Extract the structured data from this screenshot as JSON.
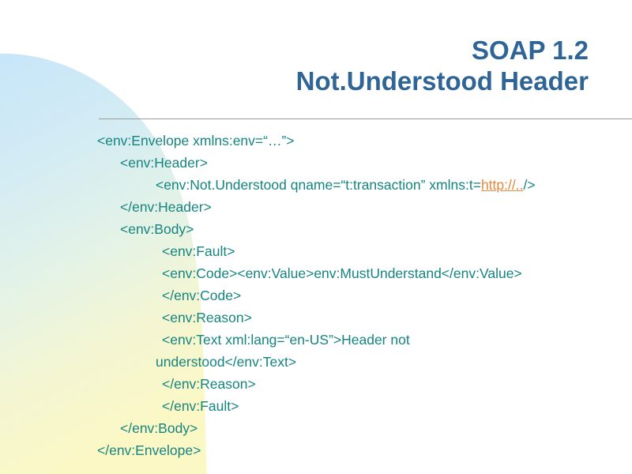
{
  "slide": {
    "title_lines": [
      "SOAP 1.2",
      "Not.Understood Header"
    ],
    "title_color": "#2f6596",
    "code_color": "#158481",
    "link_color": "#e2883f",
    "divider_color": "#9a9a9a",
    "background_color": "#ffffff",
    "curve_colors": {
      "top": "#cbe7f9",
      "middle": "#e3f2ec",
      "bottom": "#fbf7c8"
    },
    "code_lines": [
      {
        "indent": 0,
        "text": "<env:Envelope xmlns:env=“…”>"
      },
      {
        "indent": 1,
        "text": "<env:Header>"
      },
      {
        "indent": 2,
        "prefix": "<env:Not.Understood qname=“t:transaction” xmlns:t=",
        "link": "http://..",
        "suffix": "/>"
      },
      {
        "indent": 1,
        "text": "</env:Header>"
      },
      {
        "indent": 1,
        "text": "<env:Body>"
      },
      {
        "indent": 3,
        "text": "<env:Fault>"
      },
      {
        "indent": 3,
        "text": "<env:Code><env:Value>env:MustUnderstand</env:Value>"
      },
      {
        "indent": 3,
        "text": "</env:Code>"
      },
      {
        "indent": 3,
        "text": "<env:Reason>"
      },
      {
        "indent": 3,
        "text": "<env:Text xml:lang=“en-US”>Header not"
      },
      {
        "indent": 2,
        "text": "understood</env:Text>"
      },
      {
        "indent": 3,
        "text": "</env:Reason>"
      },
      {
        "indent": 3,
        "text": "</env:Fault>"
      },
      {
        "indent": 1,
        "text": "</env:Body>"
      },
      {
        "indent": 0,
        "text": "</env:Envelope>"
      }
    ]
  }
}
